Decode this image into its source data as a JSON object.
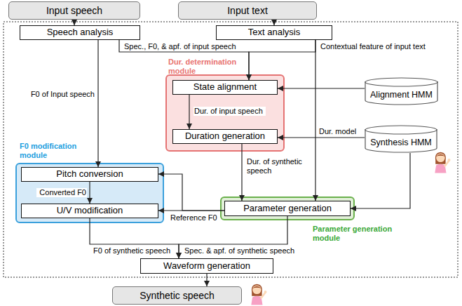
{
  "diagram": {
    "nodes": [
      {
        "text": [
          "Input speech"
        ]
      },
      {
        "text": [
          "Input text"
        ]
      },
      {
        "text": [
          "Speech analysis"
        ]
      },
      {
        "text": [
          "Text analysis"
        ]
      },
      {
        "text": [
          "Dur. determination module"
        ]
      },
      {
        "text": [
          "State alignment"
        ],
        "in": 4
      },
      {
        "text": [
          "Duration generation"
        ],
        "in": 4
      },
      {
        "text": [
          "Alignment HMM"
        ]
      },
      {
        "text": [
          "Synthesis HMM"
        ]
      },
      {
        "text": [
          "F0 modification module"
        ]
      },
      {
        "text": [
          "Pitch conversion"
        ],
        "in": 9
      },
      {
        "text": [
          "U/V modification"
        ],
        "in": 9
      },
      {
        "text": [
          "Parameter generation module"
        ]
      },
      {
        "text": [
          "Parameter generation"
        ],
        "in": 12
      },
      {
        "text": [
          "Waveform generation"
        ]
      },
      {
        "text": [
          "Synthetic speech"
        ]
      }
    ],
    "edges": [
      {
        "from": 0,
        "to": 2,
        "arrow": "to"
      },
      {
        "from": 1,
        "to": 3,
        "arrow": "to"
      },
      {
        "from": 2,
        "to": 5,
        "label": "Spec., F0, & apf. of input speech",
        "arrow": "to"
      },
      {
        "from": 3,
        "to": 5,
        "label": "Contextual feature of input text",
        "arrow": "to"
      },
      {
        "from": 3,
        "to": 13,
        "arrow": "to"
      },
      {
        "from": 7,
        "to": 5,
        "arrow": "to"
      },
      {
        "from": 5,
        "to": 6,
        "label": "Dur. of input speech",
        "arrow": "to"
      },
      {
        "from": 8,
        "to": 6,
        "label": "Dur. model",
        "arrow": "to"
      },
      {
        "from": 6,
        "to": 13,
        "label": "Dur. of synthetic speech",
        "arrow": "to"
      },
      {
        "from": 8,
        "to": 13,
        "arrow": "to"
      },
      {
        "from": 2,
        "to": 10,
        "label": "F0 of Input speech",
        "arrow": "to"
      },
      {
        "from": 10,
        "to": 11,
        "label": "Converted F0",
        "arrow": "to"
      },
      {
        "from": 13,
        "to": 10,
        "arrow": "to"
      },
      {
        "from": 13,
        "to": 11,
        "label": "Reference F0",
        "arrow": "to"
      },
      {
        "from": 11,
        "to": 14,
        "label": "F0 of synthetic speech",
        "arrow": "to"
      },
      {
        "from": 13,
        "to": 14,
        "label": "Spec. & apf. of synthetic speech",
        "arrow": "to"
      },
      {
        "from": 14,
        "to": 15,
        "arrow": "to"
      }
    ]
  }
}
